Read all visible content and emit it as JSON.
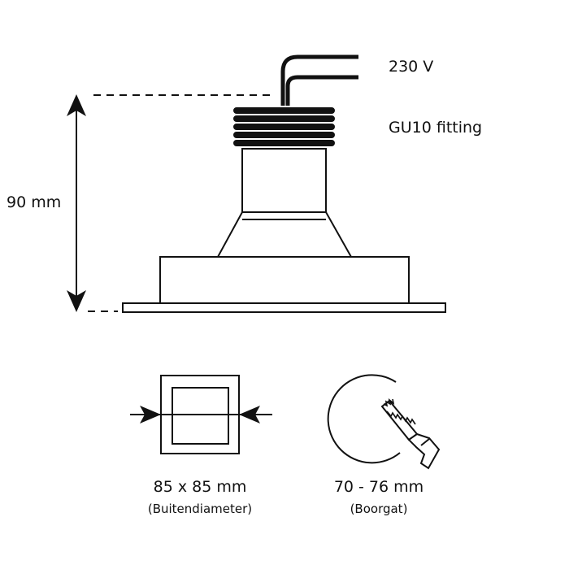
{
  "labels": {
    "voltage": "230 V",
    "fitting": "GU10 fitting",
    "height": "90 mm",
    "outer_size": "85 x 85 mm",
    "outer_caption": "(Buitendiameter)",
    "hole_size": "70 - 76 mm",
    "hole_caption": "(Boorgat)"
  },
  "colors": {
    "line": "#111111",
    "background": "#ffffff"
  },
  "icons": [
    "square-outline-icon",
    "hole-saw-icon",
    "arrow-icon"
  ]
}
